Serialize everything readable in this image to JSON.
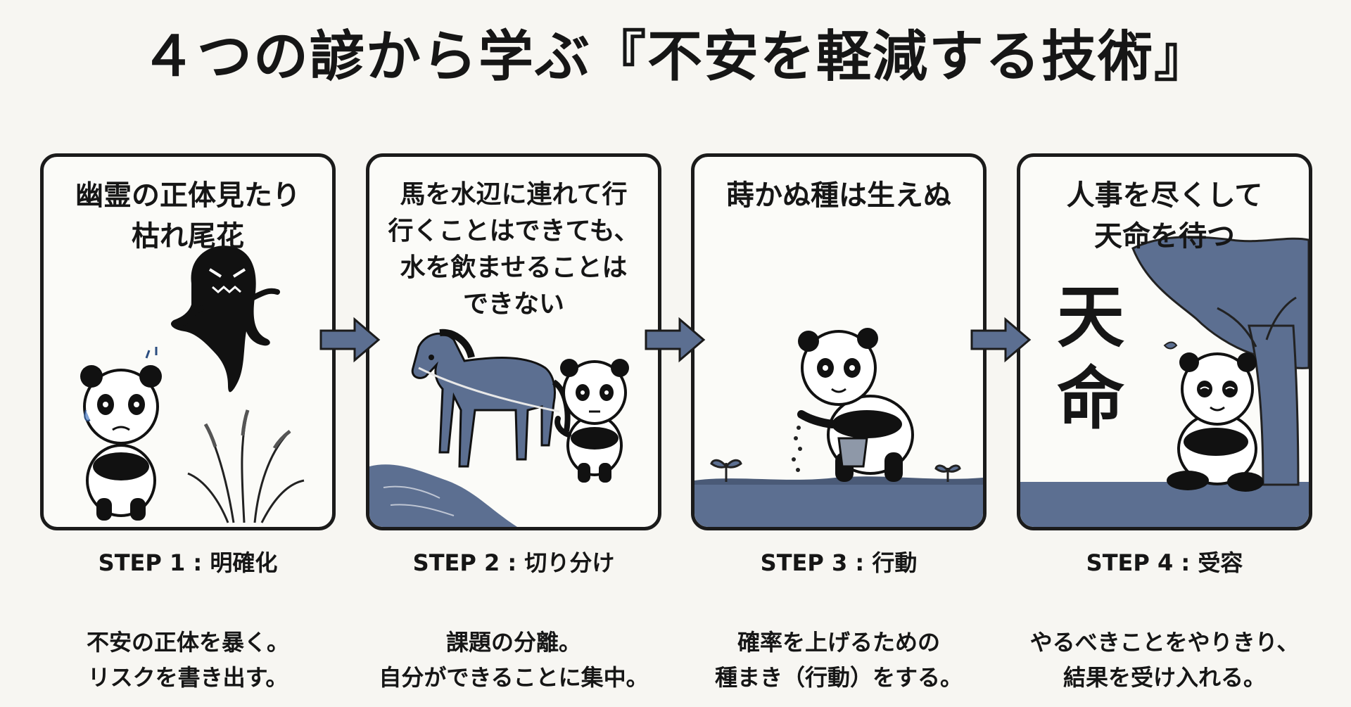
{
  "title": "４つの諺から学ぶ『不安を軽減する技術』",
  "panels": [
    {
      "proverb_lines": [
        "幽霊の正体見たり",
        "枯れ尾花"
      ],
      "step_label": "STEP 1 : 明確化",
      "description_lines": [
        "不安の正体を暴く。",
        "リスクを書き出す。"
      ]
    },
    {
      "proverb_lines": [
        "馬を水辺に連れて行",
        "行くことはできても、",
        "水を飲ませることは",
        "できない"
      ],
      "step_label": "STEP 2 : 切り分け",
      "description_lines": [
        "課題の分離。",
        "自分ができることに集中。"
      ]
    },
    {
      "proverb_lines": [
        "蒔かぬ種は生えぬ"
      ],
      "step_label": "STEP 3 : 行動",
      "description_lines": [
        "確率を上げるための",
        "種まき（行動）をする。"
      ]
    },
    {
      "proverb_lines": [
        "人事を尽くして",
        "天命を待つ"
      ],
      "step_label": "STEP 4 : 受容",
      "description_lines": [
        "やるべきことをやりきり、",
        "結果を受け入れる。"
      ],
      "illustration_text": [
        "天",
        "命"
      ]
    }
  ],
  "colors": {
    "background": "#f7f6f2",
    "ink": "#161616",
    "accent_blue": "#5c6f91",
    "panel_border": "#1b1b1b"
  }
}
